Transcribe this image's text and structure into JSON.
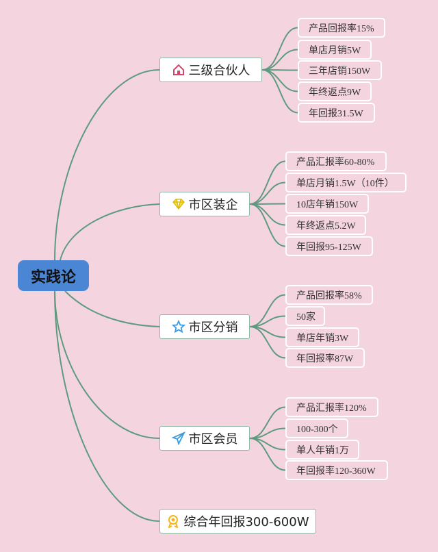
{
  "root": {
    "label": "实践论"
  },
  "branches": [
    {
      "label": "三级合伙人",
      "icon": "house-icon",
      "children": [
        "产品回报率15%",
        "单店月销5W",
        "三年店销150W",
        "年终返点9W",
        "年回报31.5W"
      ]
    },
    {
      "label": "市区装企",
      "icon": "diamond-icon",
      "children": [
        "产品汇报率60-80%",
        "单店月销1.5W（10件）",
        "10店年销150W",
        "年终返点5.2W",
        "年回报95-125W"
      ]
    },
    {
      "label": "市区分销",
      "icon": "star-icon",
      "children": [
        "产品回报率58%",
        "50家",
        "单店年销3W",
        "年回报率87W"
      ]
    },
    {
      "label": "市区会员",
      "icon": "paper-plane-icon",
      "children": [
        "产品汇报率120%",
        "100-300个",
        "单人年销1万",
        "年回报率120-360W"
      ]
    },
    {
      "label": "综合年回报300-600W",
      "icon": "award-icon",
      "children": []
    }
  ],
  "colors": {
    "background": "#f4d5df",
    "root": "#4a86d4",
    "line": "#5d9a80"
  }
}
